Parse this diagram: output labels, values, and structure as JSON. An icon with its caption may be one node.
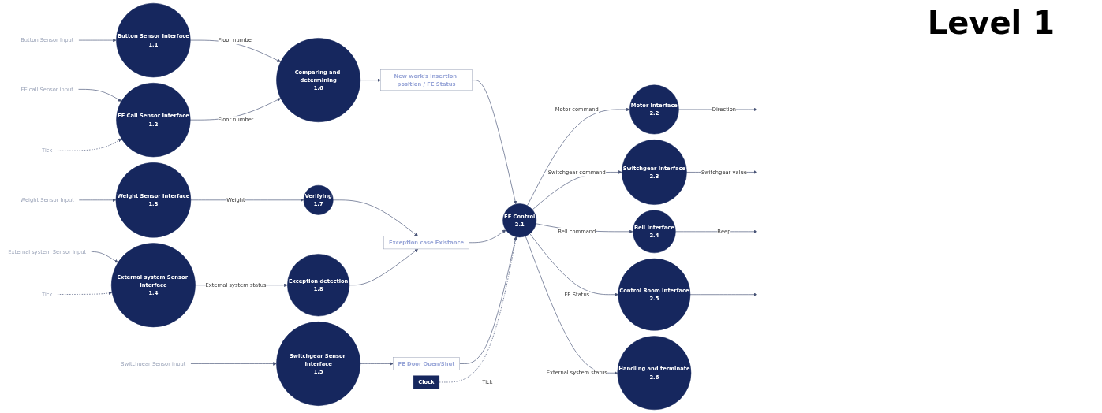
{
  "diagram": {
    "title": "Level 1",
    "nodes": [
      {
        "text": [
          "Button Sensor Input"
        ]
      },
      {
        "text": [
          "Button Sensor Interface",
          "1.1"
        ]
      },
      {
        "text": [
          "FE call Sensor input"
        ]
      },
      {
        "text": [
          "Tick"
        ]
      },
      {
        "text": [
          "FE Call Sensor Interface",
          "1.2"
        ]
      },
      {
        "text": [
          "Weight Sensor Input"
        ]
      },
      {
        "text": [
          "Weight Sensor Interface",
          "1.3"
        ]
      },
      {
        "text": [
          "External system Sensor input"
        ]
      },
      {
        "text": [
          "Tick"
        ]
      },
      {
        "text": [
          "External system Sensor Interface",
          "1.4"
        ]
      },
      {
        "text": [
          "Switchgear Sensor input"
        ]
      },
      {
        "text": [
          "Switchgear Sensor Interface",
          "1.5"
        ]
      },
      {
        "text": [
          "Comparing and determining",
          "1.6"
        ]
      },
      {
        "text": [
          "Verifying",
          "1.7"
        ]
      },
      {
        "text": [
          "Exception detection",
          "1.8"
        ]
      },
      {
        "text": [
          "New work's insertion position / FE Status"
        ]
      },
      {
        "text": [
          "Exception case Existance"
        ]
      },
      {
        "text": [
          "FE Door Open/Shut"
        ]
      },
      {
        "text": [
          "FE Control",
          "2.1"
        ]
      },
      {
        "text": [
          "Clock"
        ]
      },
      {
        "text": [
          "Motor Interface",
          "2.2"
        ]
      },
      {
        "text": [
          "Switchgear Interface",
          "2.3"
        ]
      },
      {
        "text": [
          "Bell Interface",
          "2.4"
        ]
      },
      {
        "text": [
          "Control Room Interface",
          "2.5"
        ]
      },
      {
        "text": [
          "Handling and terminate",
          "2.6"
        ]
      }
    ],
    "edges": [
      {
        "from": 0,
        "to": 1,
        "arrow": "to"
      },
      {
        "from": 2,
        "to": 4,
        "arrow": "to"
      },
      {
        "from": 3,
        "to": 4,
        "arrow": "to",
        "style": "dashed"
      },
      {
        "from": 5,
        "to": 6,
        "arrow": "to"
      },
      {
        "from": 7,
        "to": 9,
        "arrow": "to"
      },
      {
        "from": 8,
        "to": 9,
        "arrow": "to",
        "style": "dashed"
      },
      {
        "from": 10,
        "to": 11,
        "arrow": "to"
      },
      {
        "from": 1,
        "to": 12,
        "label": "Floor number",
        "arrow": "to"
      },
      {
        "from": 4,
        "to": 12,
        "label": "Floor number",
        "arrow": "to"
      },
      {
        "from": 6,
        "to": 13,
        "label": "Weight",
        "arrow": "to"
      },
      {
        "from": 9,
        "to": 14,
        "label": "External system status",
        "arrow": "to"
      },
      {
        "from": 12,
        "to": 15,
        "arrow": "to"
      },
      {
        "from": 13,
        "to": 16,
        "arrow": "to"
      },
      {
        "from": 14,
        "to": 16,
        "arrow": "to"
      },
      {
        "from": 11,
        "to": 17,
        "arrow": "to"
      },
      {
        "from": 15,
        "to": 18,
        "arrow": "to"
      },
      {
        "from": 16,
        "to": 18,
        "arrow": "to"
      },
      {
        "from": 17,
        "to": 18,
        "arrow": "to"
      },
      {
        "from": 19,
        "to": 18,
        "label": "Tick",
        "arrow": "to",
        "style": "dashed"
      },
      {
        "from": 18,
        "to": 20,
        "label": "Motor command",
        "arrow": "to"
      },
      {
        "from": 18,
        "to": 21,
        "label": "Switchgear command",
        "arrow": "to"
      },
      {
        "from": 18,
        "to": 22,
        "label": "Bell command",
        "arrow": "to"
      },
      {
        "from": 18,
        "to": 23,
        "label": "FE Status",
        "arrow": "to"
      },
      {
        "from": 18,
        "to": 24,
        "label": "External system status",
        "arrow": "to"
      },
      {
        "from": 20,
        "to": null,
        "label": "Direction",
        "arrow": "to"
      },
      {
        "from": 21,
        "to": null,
        "label": "Switchgear value",
        "arrow": "to"
      },
      {
        "from": 22,
        "to": null,
        "label": "Beep",
        "arrow": "to"
      },
      {
        "from": 23,
        "to": null,
        "arrow": "to"
      }
    ]
  }
}
